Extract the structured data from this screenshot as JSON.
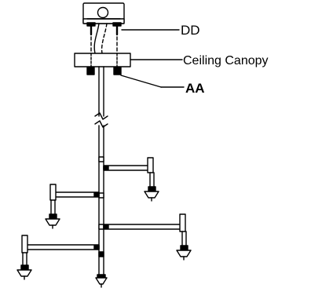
{
  "labels": {
    "dd": "DD",
    "canopy": "Ceiling Canopy",
    "aa": "AA"
  },
  "colors": {
    "line": "#000000",
    "background": "#ffffff"
  }
}
